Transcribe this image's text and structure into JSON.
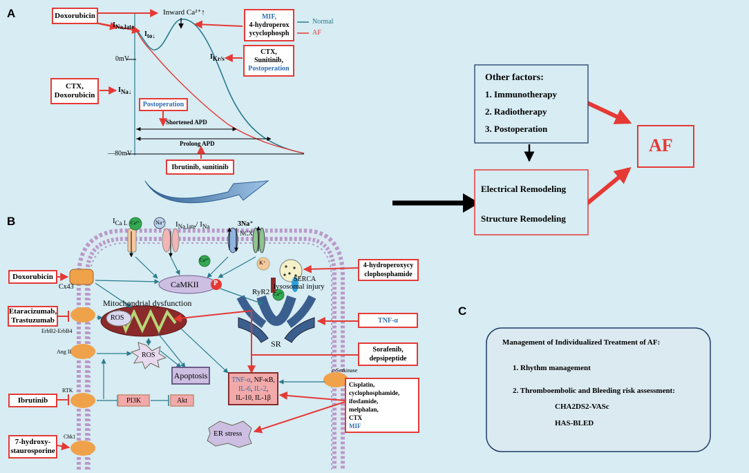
{
  "panels": {
    "a": "A",
    "b": "B",
    "c": "C"
  },
  "colors": {
    "normal_trace": "#2a7a8c",
    "af_trace": "#e53935",
    "box_border": "#e53935",
    "ion_green": "#34a853",
    "membrane": "#b99ac9",
    "nucleus_brown": "#8a2a2a"
  },
  "panel_a": {
    "inward_ca": "Inward Ca²⁺↑",
    "ina_late": "I",
    "ina_late_sub": "Na,late",
    "ito": "I",
    "ito_sub": "to↓",
    "ikr": "I",
    "ikr_sub": "Kr/s",
    "ina": "I",
    "ina_sub": "Na↓",
    "zero_mv": "0mV",
    "minus80": "—80mV",
    "shortened_apd": "Shortened APD",
    "prolong_apd": "Prolong APD",
    "legend_normal": "Normal",
    "legend_af": "AF",
    "doxorubicin": "Doxorubicin",
    "mif_box": [
      "MIF,",
      "4-hydroperox",
      "ycyclophosph"
    ],
    "ctx_box": [
      "CTX,",
      "Sunitinib,",
      "Postoperation"
    ],
    "ctx_dox_box": [
      "CTX,",
      "Doxorubicin"
    ],
    "postoperation": "Postoperation",
    "ibrutinib_sunitinib": "Ibrutinib, sunitinib"
  },
  "other_factors": {
    "title": "Other factors:",
    "items": [
      "1. Immunotherapy",
      "2. Radiotherapy",
      "3. Postoperation"
    ]
  },
  "remodeling": {
    "electrical": "Electrical Remodeling",
    "structure": "Structure Remodeling"
  },
  "af_box": "AF",
  "panel_b": {
    "ical": "I",
    "ical_sub": "Ca L",
    "ina_label": "I",
    "ina_label_sub": "Na,late",
    "ina_slash": "/ I",
    "ina_slash_sub": "Na",
    "three_na": "3Na⁺",
    "ncx": "NCX",
    "ca_ion": "Ca²⁺",
    "na_ion": "Na⁺",
    "k_ion": "K⁺",
    "camkii": "CaMKII",
    "p_badge": "P",
    "cx43": "Cx43",
    "lysosomal": "lysosomal injury",
    "mito": "Mitochondrial dysfunction",
    "ros": "ROS",
    "ryr2": "RyR2",
    "serca": "SERCA",
    "sr": "SR",
    "erbb": "ErbB2-ErbB4",
    "ang": "Ang II",
    "rtk": "RTK",
    "chk1": "Chk1",
    "c_serkinase": "c-Serkinase",
    "pi3k": "PI3K",
    "akt": "Akt",
    "apoptosis": "Apoptosis",
    "er_stress": "ER stress",
    "cytokines": {
      "line1": [
        "TNF-α",
        ", NF-κB,"
      ],
      "line2": [
        "IL-6",
        ", ",
        "IL-2",
        ","
      ],
      "line3": "IL-10, IL-1β"
    },
    "doxorubicin": "Doxorubicin",
    "etaracizumab": [
      "Etaracizumab,",
      "Trastuzumab"
    ],
    "ibrutinib": "Ibrutinib",
    "hydroxy": [
      "7-hydroxy-",
      "staurosporine"
    ],
    "hydroperoxy": [
      "4-hydroperoxycy",
      "clophosphamide"
    ],
    "tnf": "TNF-α",
    "sorafenib": [
      "Sorafenib,",
      "depsipeptide"
    ],
    "drug_list": [
      "Cisplatin,",
      "cyclophosphamide,",
      "ifosfamide,",
      "melphalan,",
      "CTX",
      "MIF"
    ]
  },
  "panel_c": {
    "title": "Management of Individualized Treatment of AF:",
    "item1": "1. Rhythm management",
    "item2": "2. Thromboembolic and Bleeding risk assessment:",
    "score1": "CHA2DS2-VASc",
    "score2": "HAS-BLED"
  }
}
